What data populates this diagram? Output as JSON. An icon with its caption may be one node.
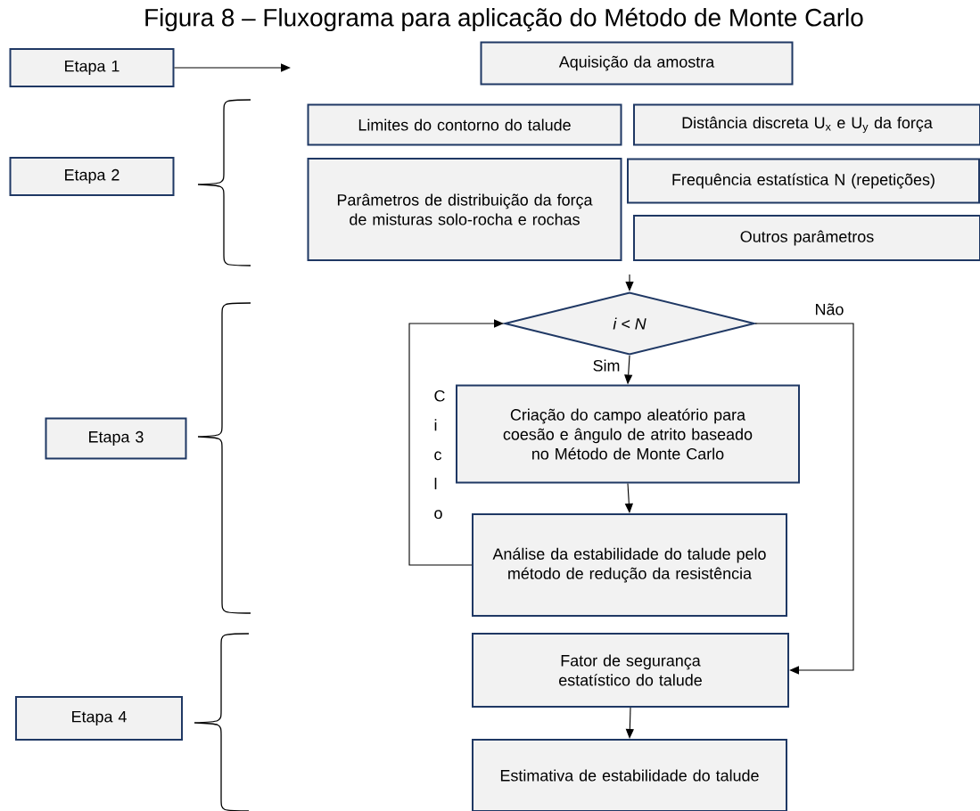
{
  "diagram": {
    "title": "Figura 8 – Fluxograma para aplicação do Método de Monte Carlo",
    "nodes": [
      {
        "text": [
          "Etapa 1"
        ]
      },
      {
        "text": [
          "Aquisição da amostra"
        ]
      },
      {
        "text": [
          "Etapa 2"
        ]
      },
      {
        "text": [
          "Limites do contorno do talude"
        ]
      },
      {
        "text": [
          "Distância discreta U$_{x}$ e U$_{y}$ da força"
        ]
      },
      {
        "text": [
          "Parâmetros de distribuição da força de misturas solo-rocha e rochas"
        ]
      },
      {
        "text": [
          "Frequência estatística N (repetições)"
        ]
      },
      {
        "text": [
          "Outros parâmetros"
        ]
      },
      {
        "text": [
          "Etapa 3"
        ]
      },
      {
        "text": [
          "i < N"
        ]
      },
      {
        "text": [
          "Criação do campo aleatório para coesão e ângulo de atrito baseado no Método de Monte Carlo"
        ]
      },
      {
        "text": [
          "Análise da estabilidade do talude pelo método de redução da resistência"
        ]
      },
      {
        "text": [
          "Etapa 4"
        ]
      },
      {
        "text": [
          "Fator de segurança estatístico do talude"
        ]
      },
      {
        "text": [
          "Estimativa de estabilidade do talude"
        ]
      }
    ],
    "edges": [
      {
        "from": 0,
        "to": null,
        "arrow": "to"
      },
      {
        "from": null,
        "to": 9,
        "arrow": "to"
      },
      {
        "from": 9,
        "to": 10,
        "arrow": "to",
        "label": "Sim"
      },
      {
        "from": 10,
        "to": 11,
        "arrow": "to"
      },
      {
        "from": 11,
        "to": 9,
        "arrow": "to",
        "label": "Ciclo"
      },
      {
        "from": 9,
        "to": 13,
        "arrow": "to",
        "label": "Não"
      },
      {
        "from": 13,
        "to": 14,
        "arrow": "to"
      }
    ]
  }
}
